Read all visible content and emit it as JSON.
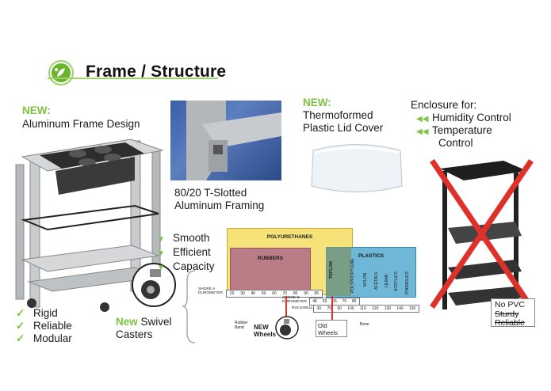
{
  "header": {
    "title": "Frame / Structure"
  },
  "aluminum": {
    "new": "NEW:",
    "label": "Aluminum Frame Design"
  },
  "tslot": {
    "line1": "80/20 T-Slotted",
    "line2": "Aluminum Framing"
  },
  "lid": {
    "new": "NEW:",
    "line1": "Thermoformed",
    "line2": "Plastic Lid Cover"
  },
  "enclosure": {
    "title": "Enclosure for:",
    "items": [
      "Humidity Control",
      "Temperature",
      "Control"
    ]
  },
  "benefits": [
    "Smooth",
    "Efficient",
    "Capacity"
  ],
  "checks": [
    "Rigid",
    "Reliable",
    "Modular"
  ],
  "swivel": {
    "new": "New",
    "word": "Swivel",
    "line2": "Casters"
  },
  "chart": {
    "polyurethanes": "POLYURETHANES",
    "rubbers": "RUBBERS",
    "plastics": "PLASTICS",
    "teflon": "TEFLON",
    "polyprop": "POLYPROPYLENE",
    "nylon": "NYLON",
    "acetals": "ACETALS",
    "lexan": "LEXAN",
    "acrylics": "ACRYLICS",
    "phenolics": "PHENOLICS",
    "shoreA": "SHORE A DUROMETER",
    "shoreD": "SHORE D DUROMETER",
    "rockwell": "ROCKWELL R",
    "rubberBand": "Rubber Band",
    "bone": "Bone",
    "scaleA": [
      "20",
      "30",
      "40",
      "50",
      "60",
      "70",
      "80",
      "90",
      "95"
    ],
    "scaleD": [
      "45",
      "55",
      "65",
      "75",
      "85"
    ],
    "scaleR": [
      "30",
      "70",
      "90",
      "100",
      "110",
      "120",
      "130",
      "140",
      "150"
    ]
  },
  "newWheels": {
    "line1": "NEW",
    "line2": "Wheels"
  },
  "oldWheels": {
    "line1": "Old",
    "line2": "Wheels"
  },
  "noPvc": {
    "line1": "No PVC",
    "line2": "Sturdy",
    "line3": "Reliable"
  }
}
